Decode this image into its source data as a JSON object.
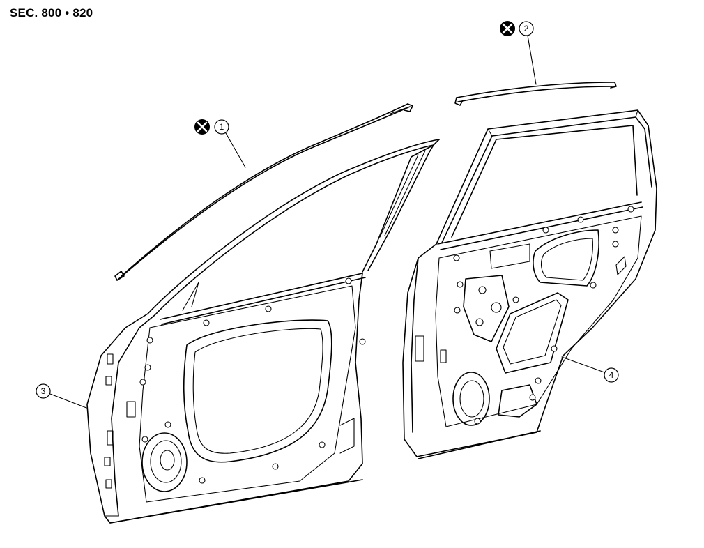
{
  "title": "SEC. 800 • 820",
  "callouts": [
    {
      "number": "1",
      "replace_mark": true
    },
    {
      "number": "2",
      "replace_mark": true
    },
    {
      "number": "3",
      "replace_mark": false
    },
    {
      "number": "4",
      "replace_mark": false
    }
  ],
  "colors": {
    "line": "#000000",
    "background": "#ffffff"
  }
}
